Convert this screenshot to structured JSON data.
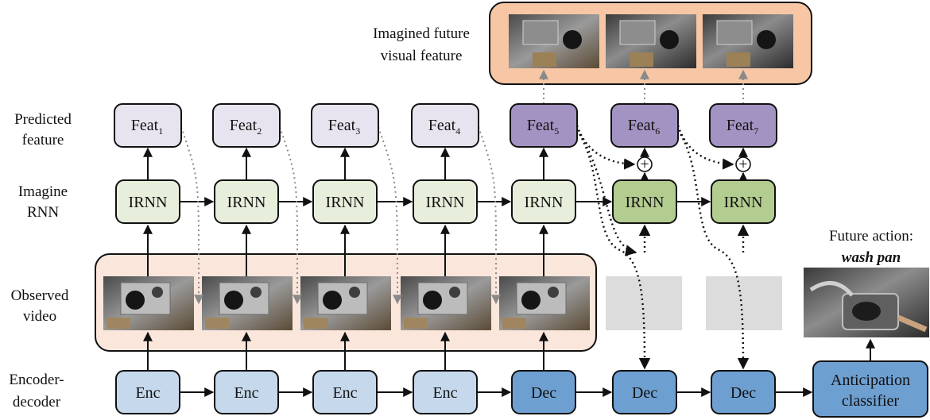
{
  "row_labels": {
    "imagined_line1": "Imagined future",
    "imagined_line2": "visual feature",
    "predicted_line1": "Predicted",
    "predicted_line2": "feature",
    "imagine_line1": "Imagine",
    "imagine_line2": "RNN",
    "observed_line1": "Observed",
    "observed_line2": "video",
    "encdec_line1": "Encoder-",
    "encdec_line2": "decoder"
  },
  "feat_nodes": [
    {
      "base": "Feat",
      "sub": "1",
      "kind": "observed"
    },
    {
      "base": "Feat",
      "sub": "2",
      "kind": "observed"
    },
    {
      "base": "Feat",
      "sub": "3",
      "kind": "observed"
    },
    {
      "base": "Feat",
      "sub": "4",
      "kind": "observed"
    },
    {
      "base": "Feat",
      "sub": "5",
      "kind": "predicted"
    },
    {
      "base": "Feat",
      "sub": "6",
      "kind": "predicted"
    },
    {
      "base": "Feat",
      "sub": "7",
      "kind": "predicted"
    }
  ],
  "irnn_nodes": [
    {
      "label": "IRNN",
      "kind": "observed"
    },
    {
      "label": "IRNN",
      "kind": "observed"
    },
    {
      "label": "IRNN",
      "kind": "observed"
    },
    {
      "label": "IRNN",
      "kind": "observed"
    },
    {
      "label": "IRNN",
      "kind": "observed"
    },
    {
      "label": "IRNN",
      "kind": "future"
    },
    {
      "label": "IRNN",
      "kind": "future"
    }
  ],
  "encdec_nodes": [
    {
      "label": "Enc",
      "kind": "enc"
    },
    {
      "label": "Enc",
      "kind": "enc"
    },
    {
      "label": "Enc",
      "kind": "enc"
    },
    {
      "label": "Enc",
      "kind": "enc"
    },
    {
      "label": "Dec",
      "kind": "dec"
    },
    {
      "label": "Dec",
      "kind": "dec"
    },
    {
      "label": "Dec",
      "kind": "dec"
    }
  ],
  "classifier": {
    "line1": "Anticipation",
    "line2": "classifier"
  },
  "future_action": {
    "title": "Future action:",
    "action": "wash pan"
  },
  "plus_symbol": "+",
  "colors": {
    "feat_observed": "#e8e4ef",
    "feat_predicted": "#a393c2",
    "irnn_observed": "#e7efdc",
    "irnn_future": "#b3cc8f",
    "enc": "#c6d8ec",
    "dec": "#6e9fd1",
    "classifier": "#6e9fd1",
    "observed_panel": "#fbe6dc",
    "imagined_panel": "#f6c6a5",
    "placeholder_frame": "#dcdcdc"
  }
}
